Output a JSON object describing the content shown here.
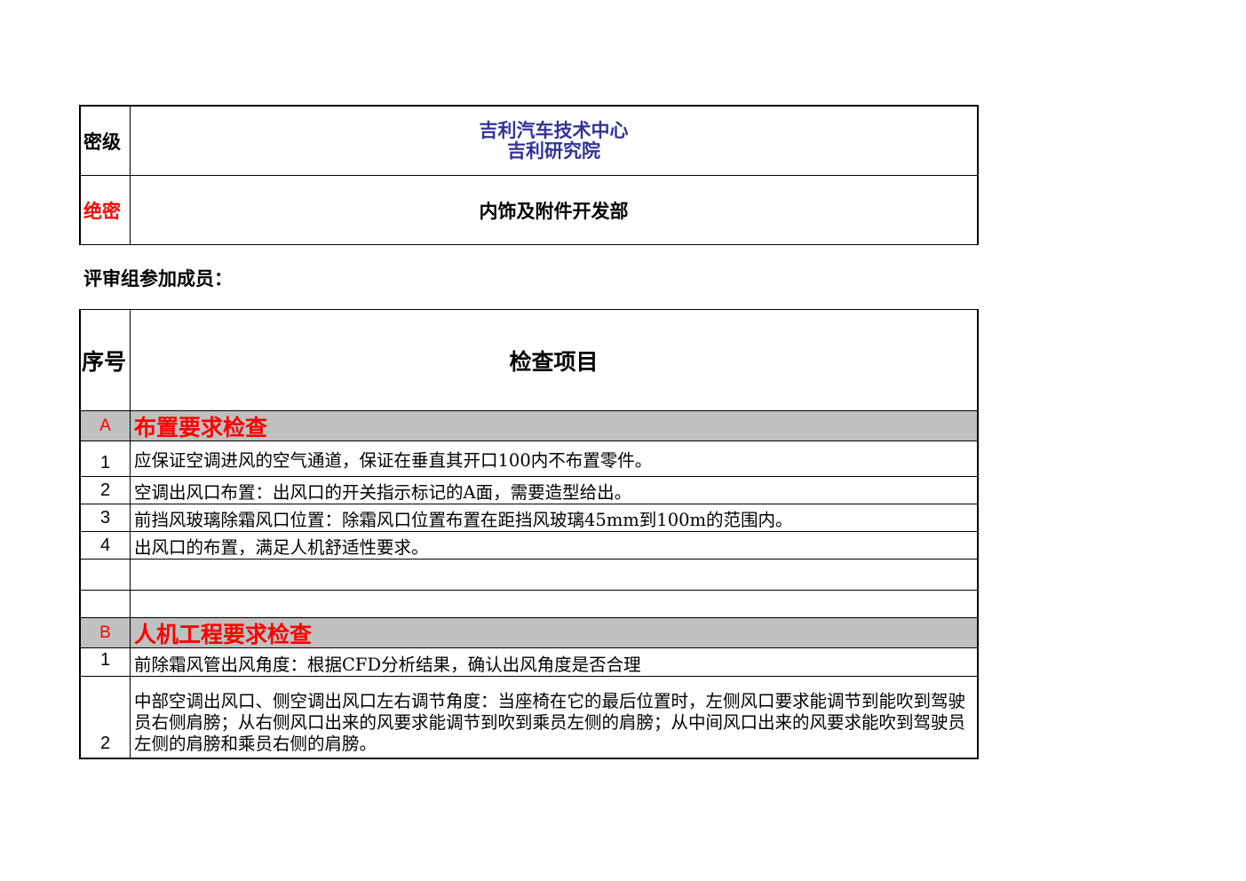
{
  "header": {
    "security_label": "密级",
    "security_level": "绝密",
    "org_line1": "吉利汽车技术中心",
    "org_line2": "吉利研究院",
    "department": "内饰及附件开发部",
    "review_members_label": "评审组参加成员："
  },
  "table": {
    "col_index_header": "序号",
    "col_item_header": "检查项目"
  },
  "sections": [
    {
      "code": "A",
      "title": "布置要求检查",
      "items": [
        {
          "num": "1",
          "text": "应保证空调进风的空气通道，保证在垂直其开口100内不布置零件。"
        },
        {
          "num": "2",
          "text": "空调出风口布置：出风口的开关指示标记的A面，需要造型给出。"
        },
        {
          "num": "3",
          "text": "前挡风玻璃除霜风口位置：除霜风口位置布置在距挡风玻璃45mm到100m的范围内。"
        },
        {
          "num": "4",
          "text": "出风口的布置，满足人机舒适性要求。"
        }
      ]
    },
    {
      "code": "B",
      "title": "人机工程要求检查",
      "items": [
        {
          "num": "1",
          "text": "前除霜风管出风角度：根据CFD分析结果，确认出风角度是否合理"
        },
        {
          "num": "2",
          "text": "中部空调出风口、侧空调出风口左右调节角度：当座椅在它的最后位置时，左侧风口要求能调节到能吹到驾驶员右侧肩膀；从右侧风口出来的风要求能调节到吹到乘员左侧的肩膀；从中间风口出来的风要求能吹到驾驶员左侧的肩膀和乘员右侧的肩膀。"
        }
      ]
    }
  ]
}
